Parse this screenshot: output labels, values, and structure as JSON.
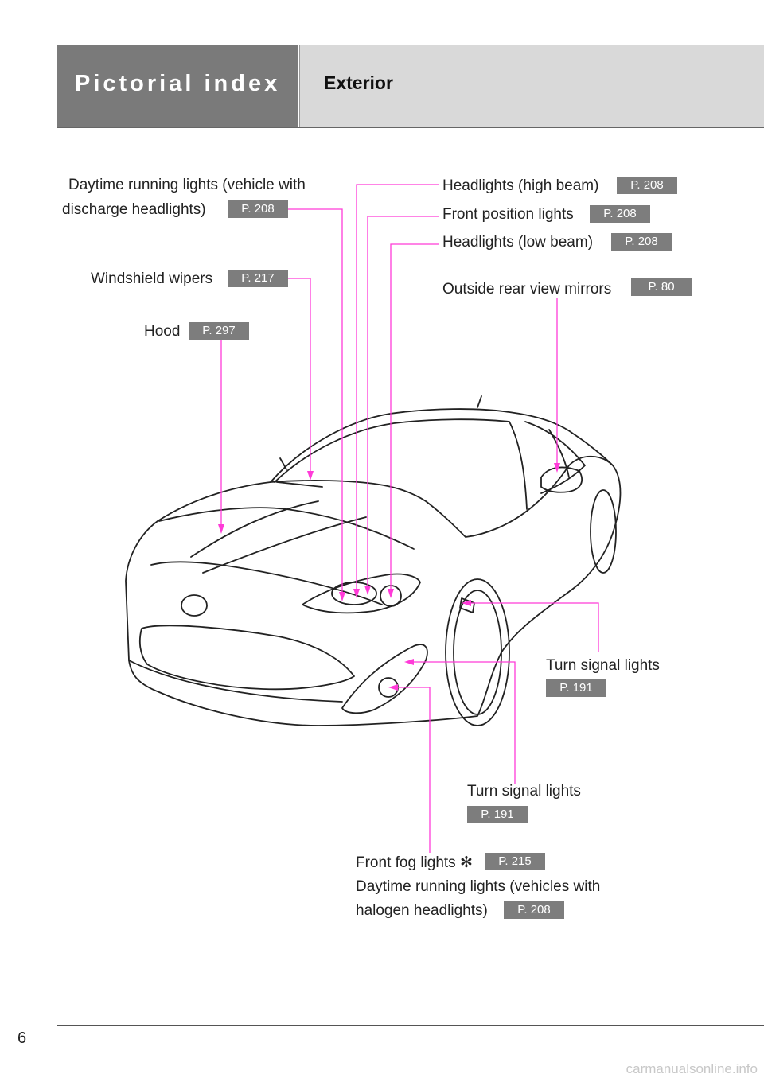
{
  "header": {
    "section": "Pictorial index",
    "title": "Exterior"
  },
  "callouts": {
    "drl_discharge": {
      "line1": "Daytime running lights (vehicle with",
      "line2": "discharge headlights)",
      "page": "P. 208"
    },
    "wipers": {
      "label": "Windshield wipers",
      "page": "P. 217"
    },
    "hood": {
      "label": "Hood",
      "page": "P. 297"
    },
    "high_beam": {
      "label": "Headlights (high beam)",
      "page": "P. 208"
    },
    "front_position": {
      "label": "Front position lights",
      "page": "P. 208"
    },
    "low_beam": {
      "label": "Headlights (low beam)",
      "page": "P. 208"
    },
    "mirrors": {
      "label": "Outside rear view mirrors",
      "page": "P. 80"
    },
    "turn_signal_side": {
      "label": "Turn signal lights",
      "page": "P. 191"
    },
    "turn_signal_front": {
      "label": "Turn signal lights",
      "page": "P. 191"
    },
    "fog": {
      "label": "Front fog lights",
      "mark": "✻",
      "page": "P. 215"
    },
    "drl_halogen": {
      "line1": "Daytime running lights (vehicles with",
      "line2": "halogen headlights)",
      "page": "P. 208"
    }
  },
  "footer": {
    "page_number": "6",
    "watermark": "carmanualsonline.info"
  },
  "colors": {
    "leader": "#ff3bd8",
    "badge": "#7d7d7d",
    "header_dark": "#7a7a7a",
    "header_light": "#d9d9d9"
  }
}
